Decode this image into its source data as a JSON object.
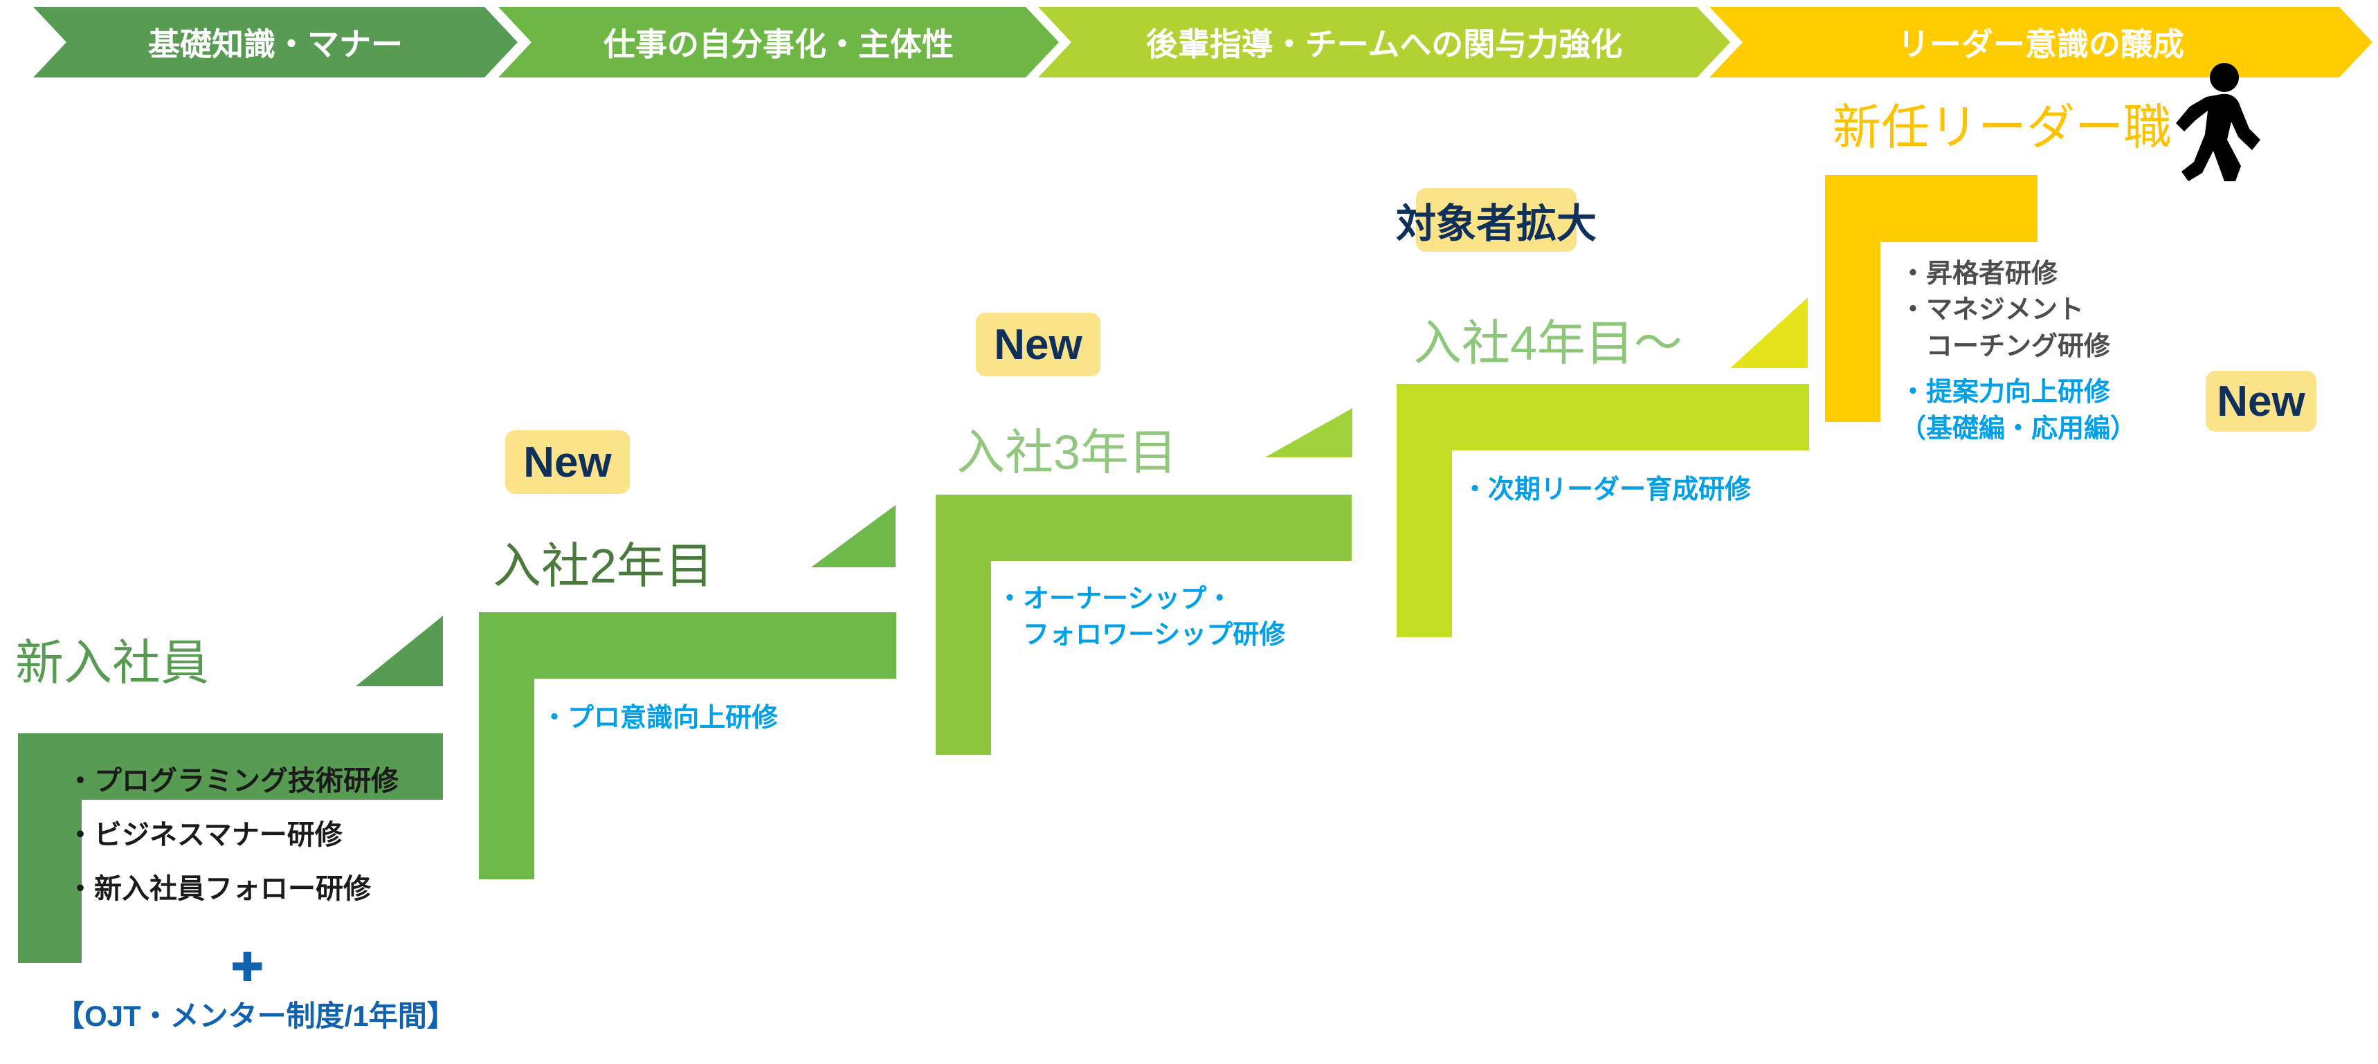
{
  "banner": {
    "phases": [
      {
        "label": "基礎知識・マナー",
        "color": "#589B52"
      },
      {
        "label": "仕事の自分事化・主体性",
        "color": "#6EB645"
      },
      {
        "label": "後輩指導・チームへの関与力強化",
        "color": "#B2D234"
      },
      {
        "label": "リーダー意識の醸成",
        "color": "#FFCC00"
      }
    ]
  },
  "colors": {
    "step1": "#589B52",
    "step2": "#6EB94A",
    "step3": "#8DC63F",
    "step4": "#C2DE23",
    "step5": "#FFCC00",
    "step4_triangle": "#E5E41B",
    "badge_bg": "#FBE389",
    "badge_text": "#10305C",
    "link_blue": "#00A0E9",
    "ojt_blue": "#1162AE",
    "body_black": "#1A1A1A",
    "gray_text": "#4D4D4D"
  },
  "steps": [
    {
      "id": "new-employee",
      "title": "新入社員",
      "title_color": "#589B52",
      "badge": null,
      "items": [
        {
          "text": "・プログラミング技術研修",
          "color": "#1A1A1A"
        },
        {
          "text": "・ビジネスマナー研修",
          "color": "#1A1A1A"
        },
        {
          "text": "・新入社員フォロー研修",
          "color": "#1A1A1A"
        }
      ],
      "plus": "✚",
      "note": "【OJT・メンター制度/1年間】"
    },
    {
      "id": "year-2",
      "title": "入社2年目",
      "title_color": "#4B7A3F",
      "badge": "New",
      "items": [
        {
          "text": "・プロ意識向上研修",
          "color": "#00A0E9"
        }
      ]
    },
    {
      "id": "year-3",
      "title": "入社3年目",
      "title_color": "#93C77F",
      "badge": "New",
      "items": [
        {
          "text": "・オーナーシップ・",
          "color": "#00A0E9"
        },
        {
          "text": "　フォロワーシップ研修",
          "color": "#00A0E9"
        }
      ]
    },
    {
      "id": "year-4-plus",
      "title": "入社4年目～",
      "title_color": "#8DC77A",
      "badge": "対象者拡大",
      "items": [
        {
          "text": "・次期リーダー育成研修",
          "color": "#00A0E9"
        }
      ]
    },
    {
      "id": "new-leader",
      "title": "新任リーダー職",
      "title_color": "#FDC300",
      "badge": "New",
      "items": [
        {
          "text": "・昇格者研修",
          "color": "#4D4D4D"
        },
        {
          "text": "・マネジメント",
          "color": "#4D4D4D"
        },
        {
          "text": "　コーチング研修",
          "color": "#4D4D4D"
        },
        {
          "text": "・提案力向上研修",
          "color": "#00A0E9"
        },
        {
          "text": "（基礎編・応用編）",
          "color": "#00A0E9"
        }
      ]
    }
  ],
  "icons": {
    "walking_person": "walking-person-icon"
  }
}
